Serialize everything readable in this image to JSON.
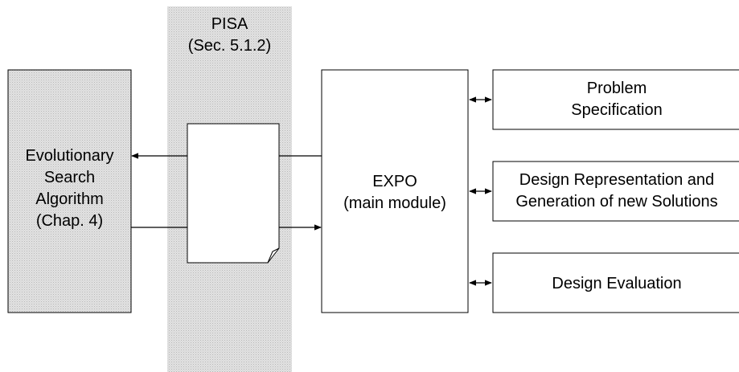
{
  "pisa": {
    "title": "PISA",
    "reference": "(Sec. 5.1.2)"
  },
  "search_algorithm": {
    "line1": "Evolutionary",
    "line2": "Search",
    "line3": "Algorithm",
    "line4": "(Chap. 4)"
  },
  "expo": {
    "line1": "EXPO",
    "line2": "(main module)"
  },
  "modules": {
    "problem_specification": {
      "line1": "Problem",
      "line2": "Specification"
    },
    "design_representation": {
      "line1": "Design Representation and",
      "line2": "Generation of new Solutions"
    },
    "design_evaluation": {
      "line1": "Design Evaluation"
    }
  },
  "colors": {
    "hatch_fill": "#e2e2e2",
    "hatch_dot": "#b8b8b8",
    "stroke": "#000000",
    "background": "#ffffff"
  }
}
